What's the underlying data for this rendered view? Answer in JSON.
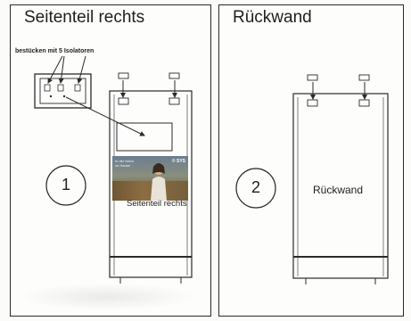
{
  "panels": [
    {
      "title": "Seitenteil rechts",
      "number": "1",
      "part_label": "Seitenteil rechts"
    },
    {
      "title": "Rückwand",
      "number": "2",
      "part_label": "Rückwand"
    }
  ],
  "instruction": "bestücken mit 5 Isolatoren",
  "photo": {
    "caption_lines": [
      "In der Natur",
      "zu Hause"
    ],
    "logo": "© SYS"
  },
  "colors": {
    "line": "#2b2b2b",
    "background": "#fdfdfc"
  }
}
